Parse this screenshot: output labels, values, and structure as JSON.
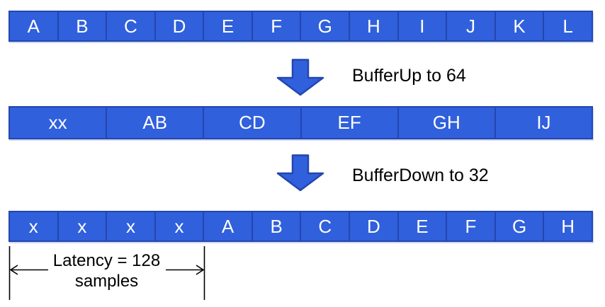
{
  "rows": {
    "input": {
      "cells": [
        "A",
        "B",
        "C",
        "D",
        "E",
        "F",
        "G",
        "H",
        "I",
        "J",
        "K",
        "L"
      ]
    },
    "buffered_up": {
      "cells": [
        "xx",
        "AB",
        "CD",
        "EF",
        "GH",
        "IJ"
      ]
    },
    "buffered_down": {
      "cells": [
        "x",
        "x",
        "x",
        "x",
        "A",
        "B",
        "C",
        "D",
        "E",
        "F",
        "G",
        "H"
      ]
    }
  },
  "labels": {
    "buffer_up": "BufferUp to 64",
    "buffer_down": "BufferDown to 32",
    "latency": "Latency = 128 samples"
  },
  "colors": {
    "cell_fill": "#3060DC",
    "cell_border": "#2446AE",
    "cell_text": "#FFFFFF",
    "arrow_fill": "#3060DC",
    "arrow_border": "#2446AE",
    "annotation_text": "#000000"
  }
}
